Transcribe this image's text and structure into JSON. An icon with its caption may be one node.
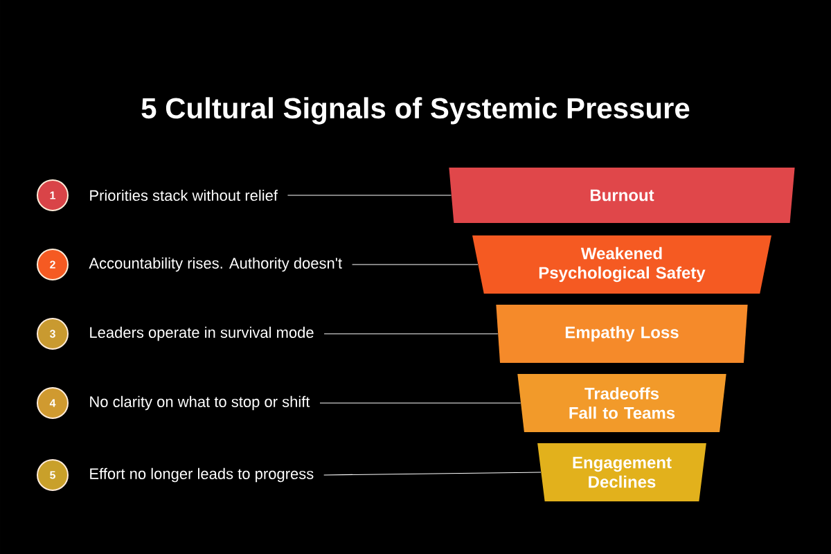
{
  "diagram": {
    "title": "5 Cultural Signals of Systemic Pressure",
    "nodes": [
      {
        "text": [
          "1"
        ]
      },
      {
        "text": [
          "Priorities stack without relief"
        ]
      },
      {
        "text": [
          "2"
        ]
      },
      {
        "text": [
          "Accountability rises. Authority doesn't"
        ]
      },
      {
        "text": [
          "3"
        ]
      },
      {
        "text": [
          "Leaders operate in survival mode"
        ]
      },
      {
        "text": [
          "4"
        ]
      },
      {
        "text": [
          "No clarity on what to stop or shift"
        ]
      },
      {
        "text": [
          "5"
        ]
      },
      {
        "text": [
          "Effort no longer leads to progress"
        ]
      },
      {
        "text": [
          "Burnout"
        ]
      },
      {
        "text": [
          "Weakened Psychological Safety"
        ]
      },
      {
        "text": [
          "Empathy Loss"
        ]
      },
      {
        "text": [
          "Tradeoffs Fall to Teams"
        ]
      },
      {
        "text": [
          "Engagement Declines"
        ]
      }
    ],
    "edges": [
      {
        "from": 1,
        "to": 10,
        "arrow": "none"
      },
      {
        "from": 3,
        "to": 11,
        "arrow": "none"
      },
      {
        "from": 5,
        "to": 12,
        "arrow": "none"
      },
      {
        "from": 7,
        "to": 13,
        "arrow": "none"
      },
      {
        "from": 9,
        "to": 14,
        "arrow": "none"
      }
    ]
  }
}
